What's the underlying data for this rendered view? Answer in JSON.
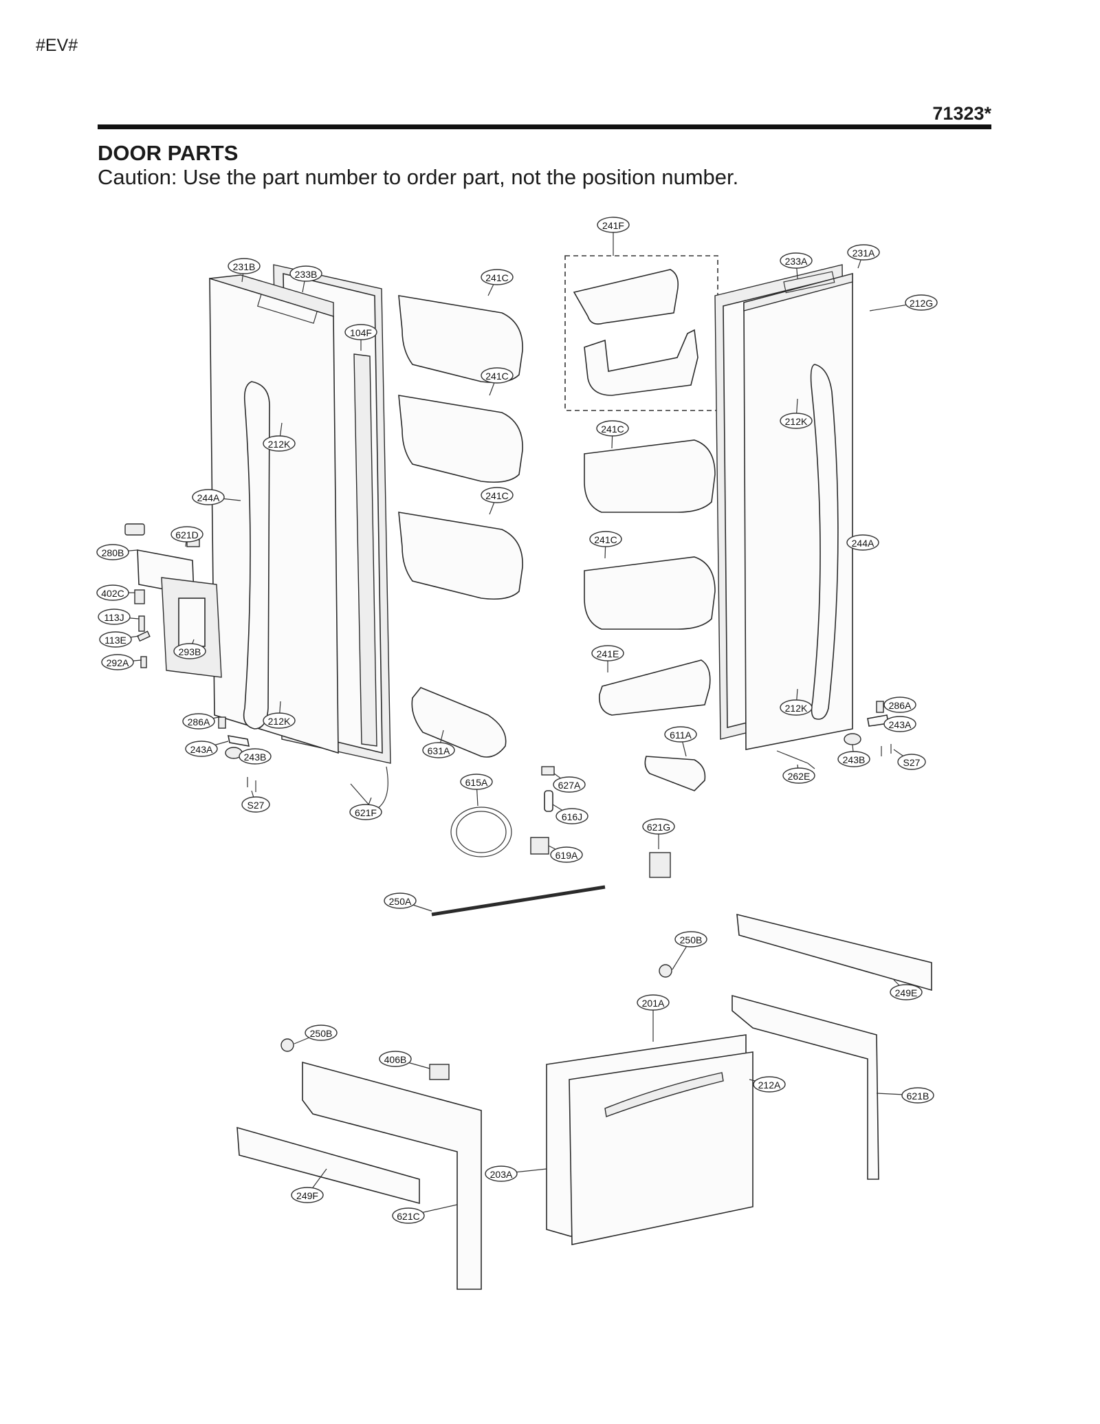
{
  "header": {
    "code": "#EV#",
    "model": "71323*",
    "title": "DOOR PARTS",
    "caution": "Caution: Use the part number to order part, not the position number."
  },
  "callouts": [
    {
      "label": "231B"
    },
    {
      "label": "233B"
    },
    {
      "label": "104F"
    },
    {
      "label": "241C"
    },
    {
      "label": "241C"
    },
    {
      "label": "241C"
    },
    {
      "label": "241F"
    },
    {
      "label": "233A"
    },
    {
      "label": "231A"
    },
    {
      "label": "212G"
    },
    {
      "label": "212K"
    },
    {
      "label": "212K"
    },
    {
      "label": "212K"
    },
    {
      "label": "212K"
    },
    {
      "label": "244A"
    },
    {
      "label": "244A"
    },
    {
      "label": "241C"
    },
    {
      "label": "241C"
    },
    {
      "label": "241E"
    },
    {
      "label": "621D"
    },
    {
      "label": "280B"
    },
    {
      "label": "402C"
    },
    {
      "label": "113J"
    },
    {
      "label": "113E"
    },
    {
      "label": "293B"
    },
    {
      "label": "292A"
    },
    {
      "label": "286A"
    },
    {
      "label": "243A"
    },
    {
      "label": "243B"
    },
    {
      "label": "S27"
    },
    {
      "label": "631A"
    },
    {
      "label": "611A"
    },
    {
      "label": "286A"
    },
    {
      "label": "243A"
    },
    {
      "label": "243B"
    },
    {
      "label": "S27"
    },
    {
      "label": "262E"
    },
    {
      "label": "615A"
    },
    {
      "label": "627A"
    },
    {
      "label": "616J"
    },
    {
      "label": "621F"
    },
    {
      "label": "621G"
    },
    {
      "label": "619A"
    },
    {
      "label": "250A"
    },
    {
      "label": "250B"
    },
    {
      "label": "249E"
    },
    {
      "label": "201A"
    },
    {
      "label": "250B"
    },
    {
      "label": "406B"
    },
    {
      "label": "212A"
    },
    {
      "label": "621B"
    },
    {
      "label": "249F"
    },
    {
      "label": "203A"
    },
    {
      "label": "621C"
    }
  ]
}
